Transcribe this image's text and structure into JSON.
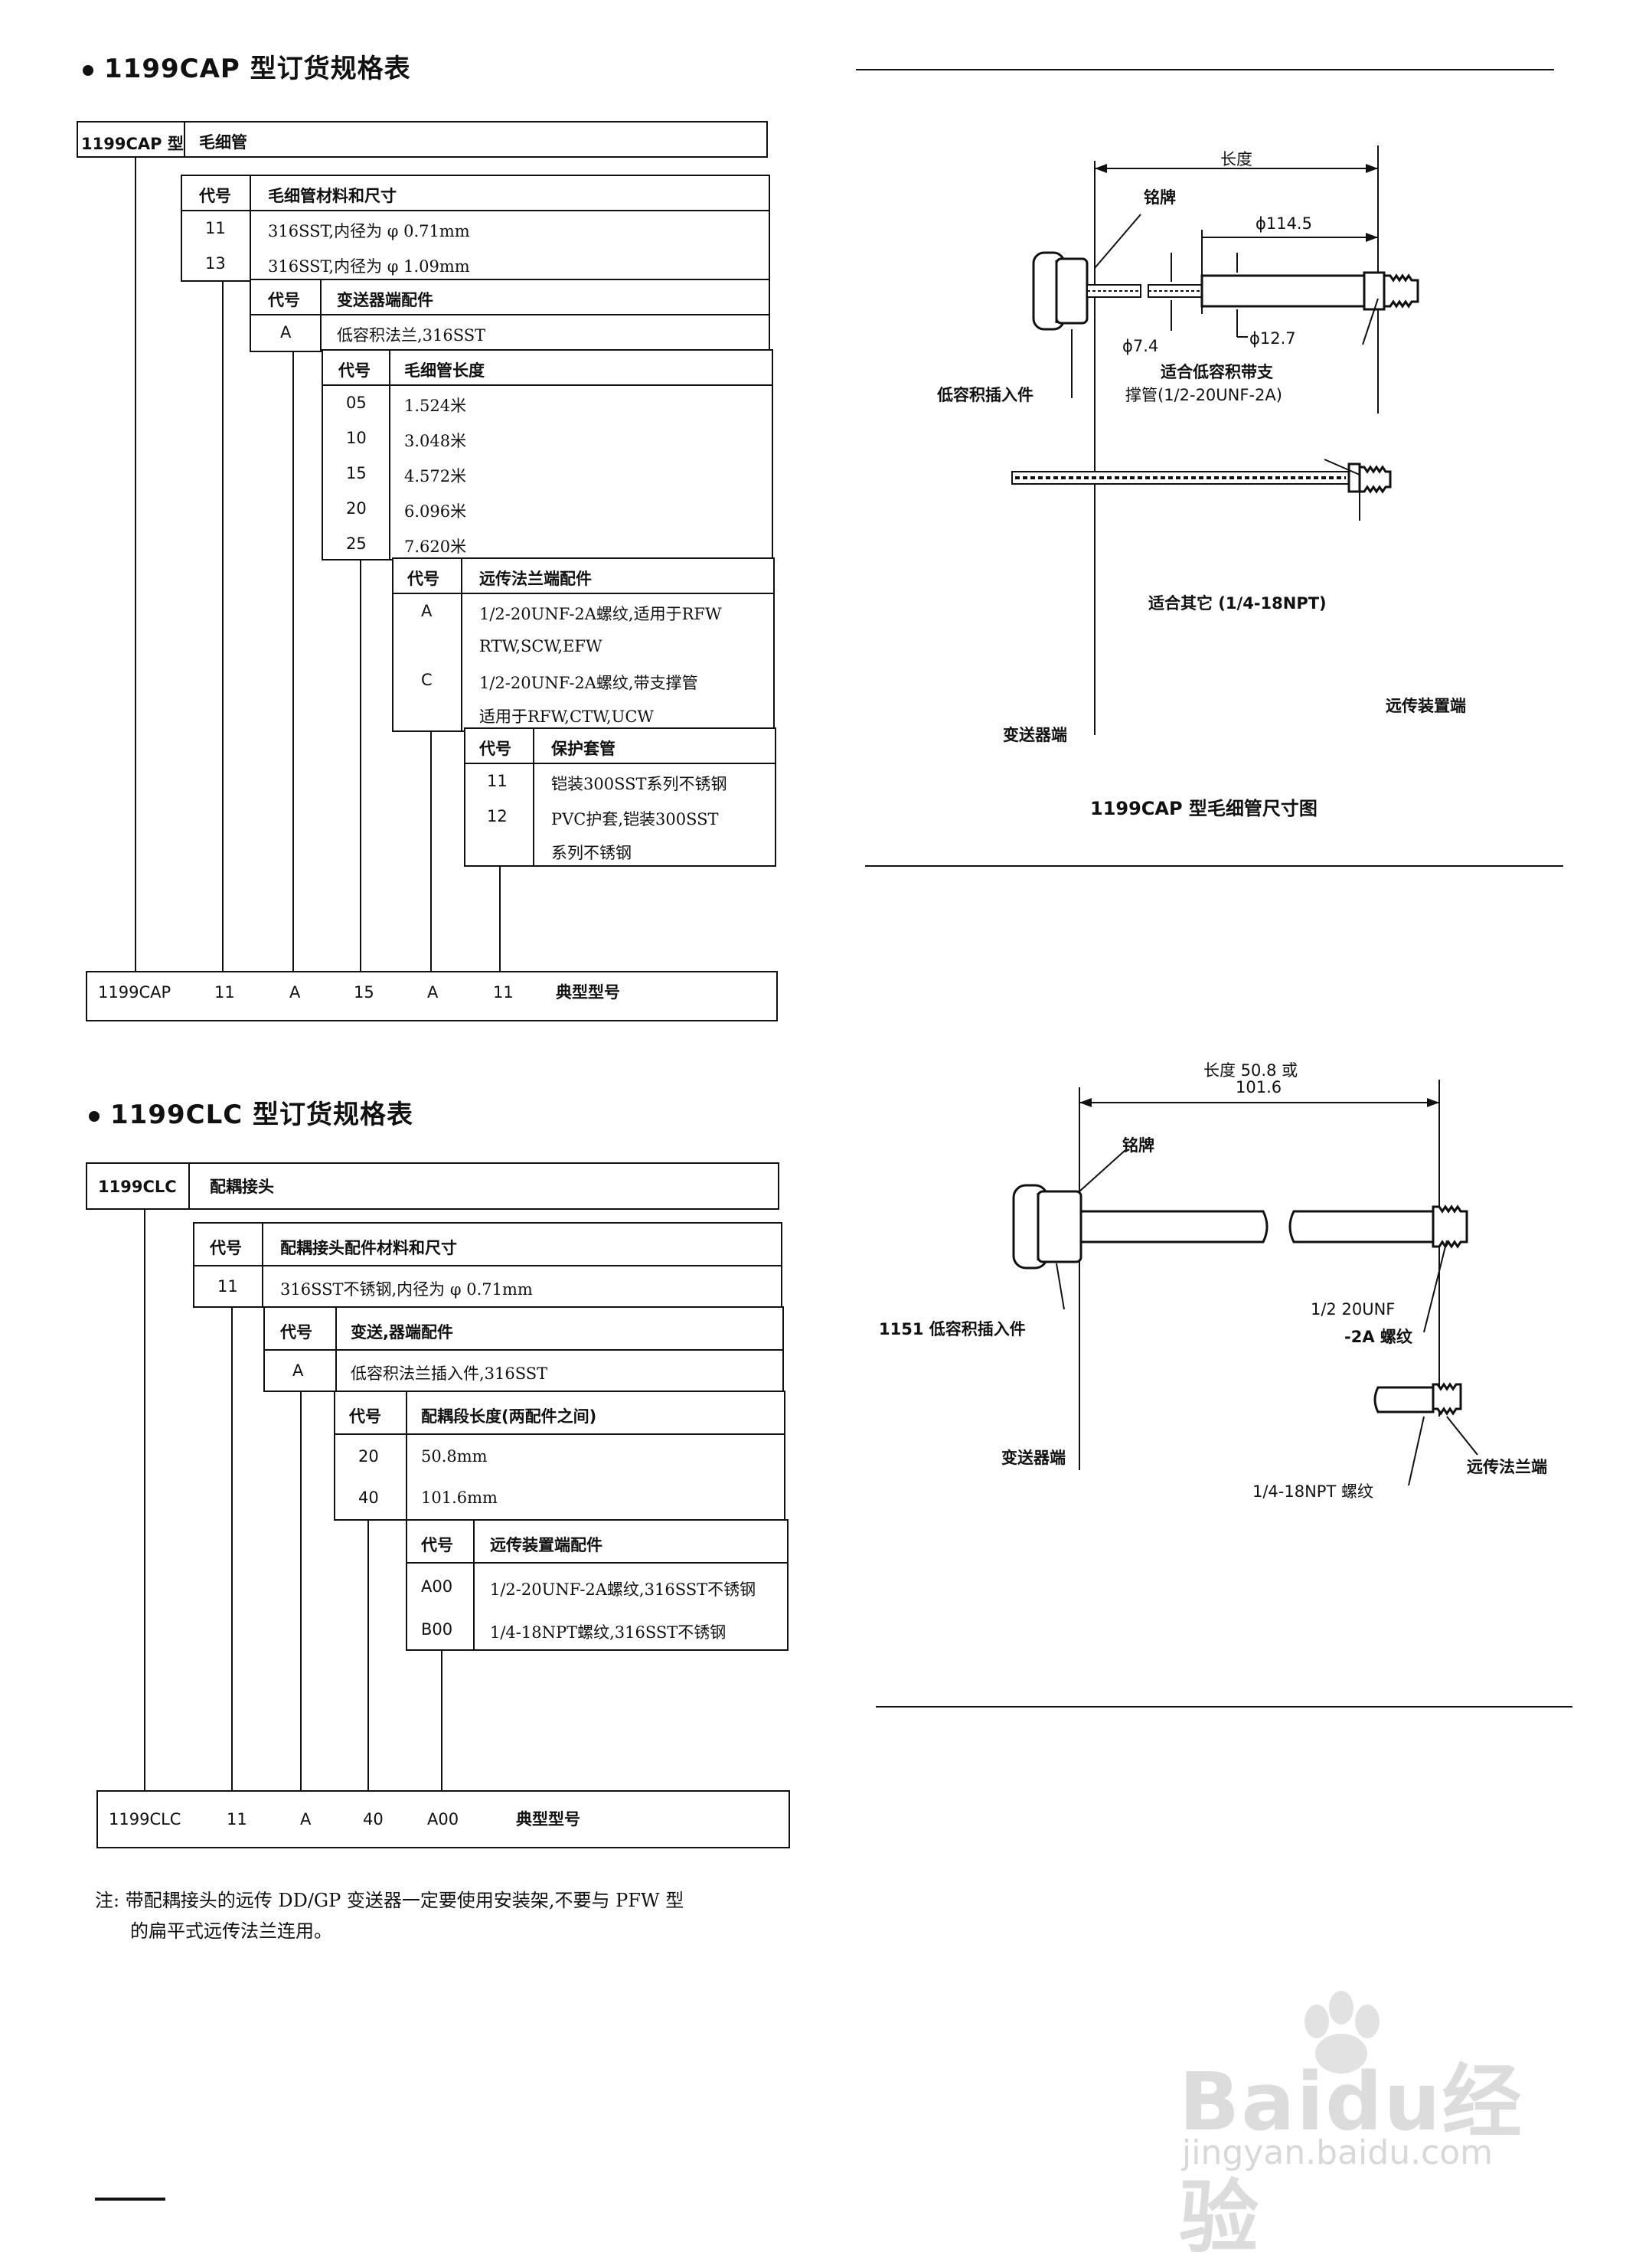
{
  "cap": {
    "title": "1199CAP 型订货规格表",
    "model": "1199CAP 型",
    "model_desc": "毛细管",
    "g1": {
      "h_code": "代号",
      "h_desc": "毛细管材料和尺寸",
      "rows": [
        {
          "code": "11",
          "desc": "316SST,内径为 φ 0.71mm"
        },
        {
          "code": "13",
          "desc": "316SST,内径为 φ 1.09mm"
        }
      ]
    },
    "g2": {
      "h_code": "代号",
      "h_desc": "变送器端配件",
      "rows": [
        {
          "code": "A",
          "desc": "低容积法兰,316SST"
        }
      ]
    },
    "g3": {
      "h_code": "代号",
      "h_desc": "毛细管长度",
      "rows": [
        {
          "code": "05",
          "desc": "1.524米"
        },
        {
          "code": "10",
          "desc": "3.048米"
        },
        {
          "code": "15",
          "desc": "4.572米"
        },
        {
          "code": "20",
          "desc": "6.096米"
        },
        {
          "code": "25",
          "desc": "7.620米"
        }
      ]
    },
    "g4": {
      "h_code": "代号",
      "h_desc": "远传法兰端配件",
      "rows": [
        {
          "code": "A",
          "desc1": "1/2-20UNF-2A螺纹,适用于RFW",
          "desc2": "RTW,SCW,EFW"
        },
        {
          "code": "C",
          "desc1": "1/2-20UNF-2A螺纹,带支撑管",
          "desc2": "适用于RFW,CTW,UCW"
        }
      ]
    },
    "g5": {
      "h_code": "代号",
      "h_desc": "保护套管",
      "rows": [
        {
          "code": "11",
          "desc1": "铠装300SST系列不锈钢",
          "desc2": ""
        },
        {
          "code": "12",
          "desc1": "PVC护套,铠装300SST",
          "desc2": "系列不锈钢"
        }
      ]
    },
    "typical": {
      "model": "1199CAP",
      "c1": "11",
      "c2": "A",
      "c3": "15",
      "c4": "A",
      "c5": "11",
      "label": "典型型号"
    }
  },
  "clc": {
    "title": "1199CLC 型订货规格表",
    "model": "1199CLC",
    "model_desc": "配耦接头",
    "g1": {
      "h_code": "代号",
      "h_desc": "配耦接头配件材料和尺寸",
      "rows": [
        {
          "code": "11",
          "desc": "316SST不锈钢,内径为 φ 0.71mm"
        }
      ]
    },
    "g2": {
      "h_code": "代号",
      "h_desc": "变送,器端配件",
      "rows": [
        {
          "code": "A",
          "desc": "低容积法兰插入件,316SST"
        }
      ]
    },
    "g3": {
      "h_code": "代号",
      "h_desc": "配耦段长度(两配件之间)",
      "rows": [
        {
          "code": "20",
          "desc": "50.8mm"
        },
        {
          "code": "40",
          "desc": "101.6mm"
        }
      ]
    },
    "g4": {
      "h_code": "代号",
      "h_desc": "远传装置端配件",
      "rows": [
        {
          "code": "A00",
          "desc": "1/2-20UNF-2A螺纹,316SST不锈钢"
        },
        {
          "code": "B00",
          "desc": "1/4-18NPT螺纹,316SST不锈钢"
        }
      ]
    },
    "typical": {
      "model": "1199CLC",
      "c1": "11",
      "c2": "A",
      "c3": "40",
      "c4": "A00",
      "label": "典型型号"
    }
  },
  "note": {
    "line1": "注: 带配耦接头的远传 DD/GP 变送器一定要使用安装架,不要与 PFW 型",
    "line2": "的扁平式远传法兰连用。"
  },
  "fig1": {
    "length": "长度",
    "nameplate": "铭牌",
    "d114": "ϕ114.5",
    "d74": "ϕ7.4",
    "d127": "ϕ12.7",
    "support1": "适合低容积带支",
    "support2": "撑管(1/2-20UNF-2A)",
    "insert": "低容积插入件",
    "other": "适合其它 (1/4-18NPT)",
    "remote_end": "远传装置端",
    "transmitter_end": "变送器端",
    "caption": "1199CAP 型毛细管尺寸图"
  },
  "fig2": {
    "length1": "长度 50.8 或",
    "length2": "101.6",
    "nameplate": "铭牌",
    "insert": "1151 低容积插入件",
    "thread1a": "1/2  20UNF",
    "thread1b": "-2A 螺纹",
    "transmitter_end": "变送器端",
    "remote_flange": "远传法兰端",
    "thread2": "1/4-18NPT 螺纹"
  },
  "watermark": {
    "brand": "Baidu经验",
    "url": "jingyan.baidu.com"
  }
}
